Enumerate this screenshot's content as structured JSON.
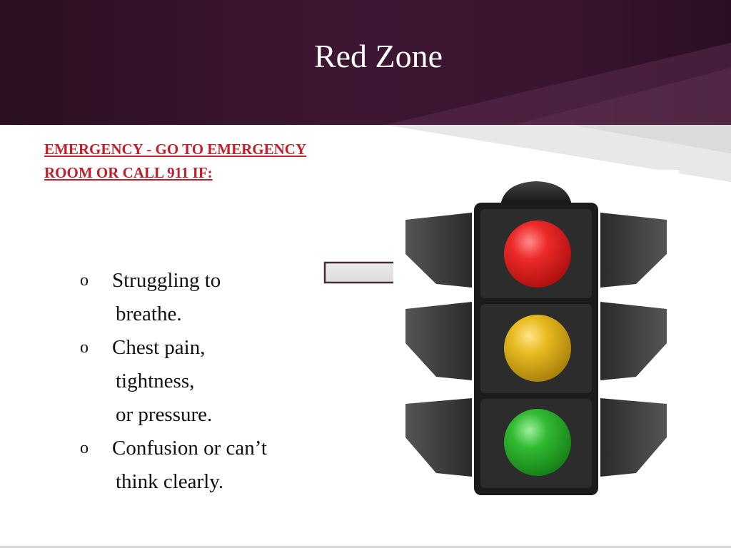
{
  "slide": {
    "title": "Red Zone",
    "heading_line1": "EMERGENCY - GO TO EMERGENCY",
    "heading_line2": "ROOM OR CALL 911 IF:",
    "bullet_marker": "o",
    "bullets": [
      {
        "line1": "Struggling to",
        "line2": "breathe."
      },
      {
        "line1": "Chest pain,",
        "line2": "tightness,",
        "line3": "or pressure."
      },
      {
        "line1": "Confusion or can’t",
        "line2": "think clearly."
      }
    ]
  },
  "colors": {
    "header": "#3d1632",
    "heading": "#c0202a",
    "red_light": "#e31b1b",
    "yellow_light": "#e6b81e",
    "green_light": "#2fb52f"
  }
}
